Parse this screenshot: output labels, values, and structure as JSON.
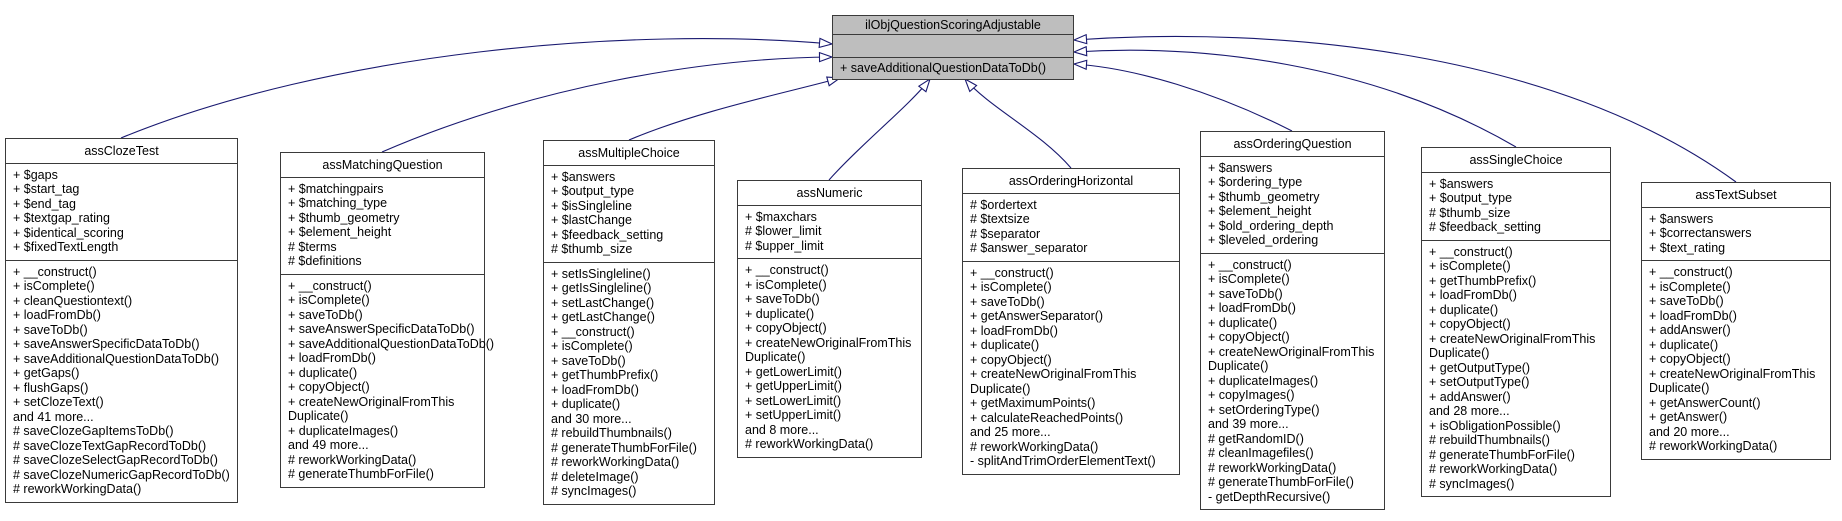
{
  "colors": {
    "edge": "#191970",
    "base_box_fill": "#bebebe",
    "class_box_fill": "#ffffff",
    "box_border": "#3a3a3a",
    "text": "#000000",
    "background": "#ffffff"
  },
  "base_class": {
    "name": "ilObjQuestionScoringAdjustable",
    "attributes": [],
    "methods": [
      "+ saveAdditionalQuestionDataToDb()"
    ]
  },
  "classes": [
    {
      "name": "assClozeTest",
      "attributes": [
        "+ $gaps",
        "+ $start_tag",
        "+ $end_tag",
        "+ $textgap_rating",
        "+ $identical_scoring",
        "+ $fixedTextLength"
      ],
      "methods": [
        "+ __construct()",
        "+ isComplete()",
        "+ cleanQuestiontext()",
        "+ loadFromDb()",
        "+ saveToDb()",
        "+ saveAnswerSpecificDataToDb()",
        "+ saveAdditionalQuestionDataToDb()",
        "+ getGaps()",
        "+ flushGaps()",
        "+ setClozeText()",
        "and 41 more...",
        "# saveClozeGapItemsToDb()",
        "# saveClozeTextGapRecordToDb()",
        "# saveClozeSelectGapRecordToDb()",
        "# saveClozeNumericGapRecordToDb()",
        "# reworkWorkingData()"
      ]
    },
    {
      "name": "assMatchingQuestion",
      "attributes": [
        "+ $matchingpairs",
        "+ $matching_type",
        "+ $thumb_geometry",
        "+ $element_height",
        "# $terms",
        "# $definitions"
      ],
      "methods": [
        "+ __construct()",
        "+ isComplete()",
        "+ saveToDb()",
        "+ saveAnswerSpecificDataToDb()",
        "+ saveAdditionalQuestionDataToDb()",
        "+ loadFromDb()",
        "+ duplicate()",
        "+ copyObject()",
        "+ createNewOriginalFromThis",
        "Duplicate()",
        "+ duplicateImages()",
        "and 49 more...",
        "# reworkWorkingData()",
        "# generateThumbForFile()"
      ]
    },
    {
      "name": "assMultipleChoice",
      "attributes": [
        "+ $answers",
        "+ $output_type",
        "+ $isSingleline",
        "+ $lastChange",
        "+ $feedback_setting",
        "# $thumb_size"
      ],
      "methods": [
        "+ setIsSingleline()",
        "+ getIsSingleline()",
        "+ setLastChange()",
        "+ getLastChange()",
        "+ __construct()",
        "+ isComplete()",
        "+ saveToDb()",
        "+ getThumbPrefix()",
        "+ loadFromDb()",
        "+ duplicate()",
        "and 30 more...",
        "# rebuildThumbnails()",
        "# generateThumbForFile()",
        "# reworkWorkingData()",
        "# deleteImage()",
        "# syncImages()"
      ]
    },
    {
      "name": "assNumeric",
      "attributes": [
        "+ $maxchars",
        "# $lower_limit",
        "# $upper_limit"
      ],
      "methods": [
        "+ __construct()",
        "+ isComplete()",
        "+ saveToDb()",
        "+ duplicate()",
        "+ copyObject()",
        "+ createNewOriginalFromThis",
        "Duplicate()",
        "+ getLowerLimit()",
        "+ getUpperLimit()",
        "+ setLowerLimit()",
        "+ setUpperLimit()",
        "and 8 more...",
        "# reworkWorkingData()"
      ]
    },
    {
      "name": "assOrderingHorizontal",
      "attributes": [
        "# $ordertext",
        "# $textsize",
        "# $separator",
        "# $answer_separator"
      ],
      "methods": [
        "+ __construct()",
        "+ isComplete()",
        "+ saveToDb()",
        "+ getAnswerSeparator()",
        "+ loadFromDb()",
        "+ duplicate()",
        "+ copyObject()",
        "+ createNewOriginalFromThis",
        "Duplicate()",
        "+ getMaximumPoints()",
        "+ calculateReachedPoints()",
        "and 25 more...",
        "# reworkWorkingData()",
        "- splitAndTrimOrderElementText()"
      ]
    },
    {
      "name": "assOrderingQuestion",
      "attributes": [
        "+ $answers",
        "+ $ordering_type",
        "+ $thumb_geometry",
        "+ $element_height",
        "+ $old_ordering_depth",
        "+ $leveled_ordering"
      ],
      "methods": [
        "+ __construct()",
        "+ isComplete()",
        "+ saveToDb()",
        "+ loadFromDb()",
        "+ duplicate()",
        "+ copyObject()",
        "+ createNewOriginalFromThis",
        "Duplicate()",
        "+ duplicateImages()",
        "+ copyImages()",
        "+ setOrderingType()",
        "and 39 more...",
        "# getRandomID()",
        "# cleanImagefiles()",
        "# reworkWorkingData()",
        "# generateThumbForFile()",
        "- getDepthRecursive()"
      ]
    },
    {
      "name": "assSingleChoice",
      "attributes": [
        "+ $answers",
        "+ $output_type",
        "# $thumb_size",
        "# $feedback_setting"
      ],
      "methods": [
        "+ __construct()",
        "+ isComplete()",
        "+ getThumbPrefix()",
        "+ loadFromDb()",
        "+ duplicate()",
        "+ copyObject()",
        "+ createNewOriginalFromThis",
        "Duplicate()",
        "+ getOutputType()",
        "+ setOutputType()",
        "+ addAnswer()",
        "and 28 more...",
        "+ isObligationPossible()",
        "# rebuildThumbnails()",
        "# generateThumbForFile()",
        "# reworkWorkingData()",
        "# syncImages()"
      ]
    },
    {
      "name": "assTextSubset",
      "attributes": [
        "+ $answers",
        "+ $correctanswers",
        "+ $text_rating"
      ],
      "methods": [
        "+ __construct()",
        "+ isComplete()",
        "+ saveToDb()",
        "+ loadFromDb()",
        "+ addAnswer()",
        "+ duplicate()",
        "+ copyObject()",
        "+ createNewOriginalFromThis",
        "Duplicate()",
        "+ getAnswerCount()",
        "+ getAnswer()",
        "and 20 more...",
        "# reworkWorkingData()"
      ]
    }
  ],
  "edges": [
    {
      "from": "assClozeTest",
      "to": "ilObjQuestionScoringAdjustable",
      "type": "inheritance"
    },
    {
      "from": "assMatchingQuestion",
      "to": "ilObjQuestionScoringAdjustable",
      "type": "inheritance"
    },
    {
      "from": "assMultipleChoice",
      "to": "ilObjQuestionScoringAdjustable",
      "type": "inheritance"
    },
    {
      "from": "assNumeric",
      "to": "ilObjQuestionScoringAdjustable",
      "type": "inheritance"
    },
    {
      "from": "assOrderingHorizontal",
      "to": "ilObjQuestionScoringAdjustable",
      "type": "inheritance"
    },
    {
      "from": "assOrderingQuestion",
      "to": "ilObjQuestionScoringAdjustable",
      "type": "inheritance"
    },
    {
      "from": "assSingleChoice",
      "to": "ilObjQuestionScoringAdjustable",
      "type": "inheritance"
    },
    {
      "from": "assTextSubset",
      "to": "ilObjQuestionScoringAdjustable",
      "type": "inheritance"
    }
  ]
}
